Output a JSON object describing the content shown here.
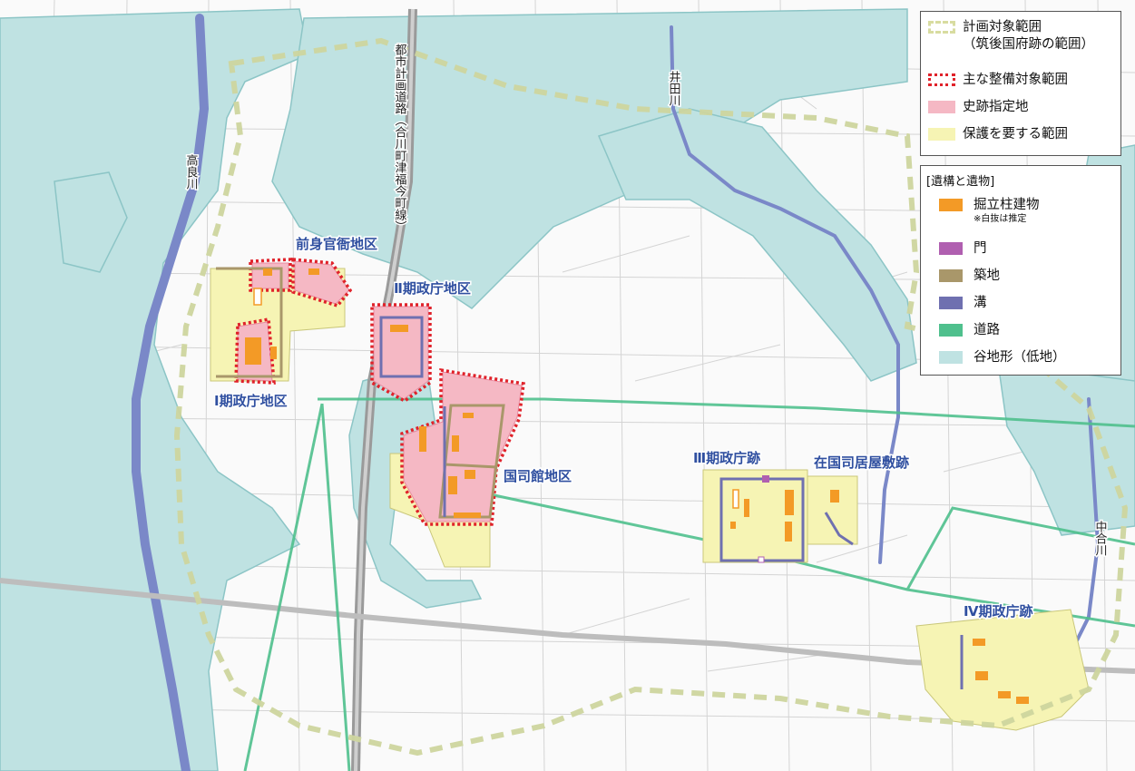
{
  "colors": {
    "valley": "#bfe2e2",
    "valley_stroke": "#8cc5c6",
    "plan_range": "#c9d39a",
    "main_range": "#e0222a",
    "historic_site": "#f5b8c4",
    "protection": "#f6f4b4",
    "pillar_building": "#f39a26",
    "gate": "#b05fb0",
    "wall": "#a9976a",
    "ditch": "#6f70b0",
    "road": "#4fc08d",
    "river": "#7a88c8",
    "rail": "#9a9a9a"
  },
  "legend_ranges": {
    "items": [
      {
        "label": "計画対象範囲",
        "sub": "（筑後国府跡の範囲）",
        "swatch": "dash-beige"
      },
      {
        "label": "主な整備対象範囲",
        "sub": "",
        "swatch": "dash-red"
      },
      {
        "label": "史跡指定地",
        "sub": "",
        "swatch": "pink"
      },
      {
        "label": "保護を要する範囲",
        "sub": "",
        "swatch": "yellow"
      }
    ]
  },
  "legend_features": {
    "title": "[遺構と遺物]",
    "items": [
      {
        "label": "掘立柱建物",
        "note": "※白抜は推定",
        "color": "#f39a26"
      },
      {
        "label": "門",
        "note": "",
        "color": "#b05fb0"
      },
      {
        "label": "築地",
        "note": "",
        "color": "#a9976a"
      },
      {
        "label": "溝",
        "note": "",
        "color": "#6f70b0"
      },
      {
        "label": "道路",
        "note": "",
        "color": "#4fc08d"
      },
      {
        "label": "谷地形（低地）",
        "note": "",
        "color": "#bfe2e2"
      }
    ]
  },
  "districts": {
    "zenshin": "前身官衙地区",
    "ki2": "Ⅱ期政庁地区",
    "ki1": "Ⅰ期政庁地区",
    "kokushi": "国司館地区",
    "ki3": "Ⅲ期政庁跡",
    "zaikokushi": "在国司居屋敷跡",
    "ki4": "Ⅳ期政庁跡"
  },
  "map_labels": {
    "river_korai": "高良川",
    "river_ida": "井田川",
    "river_nakaai": "中合川",
    "road_planned": "都市計画道路（合川町津福今町線）"
  }
}
